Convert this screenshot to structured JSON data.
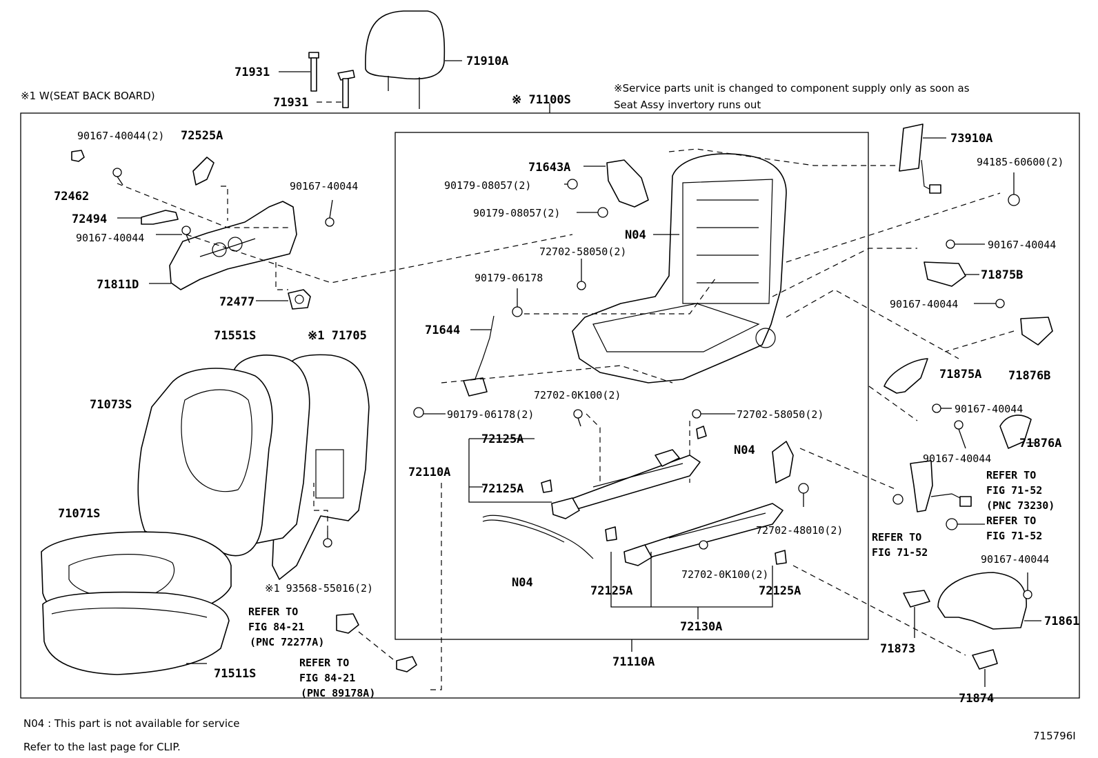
{
  "notes": {
    "w1": "※1  W(SEAT BACK BOARD)",
    "service_line1": "※Service parts unit is changed to component supply only as soon as",
    "service_line2": "Seat Assy invertory runs out",
    "n04": "N04 : This part is not available for service",
    "clip": "Refer to the last page for CLIP.",
    "figure_id": "715796I"
  },
  "parts": {
    "p71931a": "71931",
    "p71931b": "71931",
    "p71910A": "71910A",
    "p71100S": "※ 71100S",
    "p90167_40044_2_top": "90167-40044(2)",
    "p72525A": "72525A",
    "p72462": "72462",
    "p72494": "72494",
    "p90167_40044_left": "90167-40044",
    "p90167_40044_mid": "90167-40044",
    "p71811D": "71811D",
    "p72477": "72477",
    "p71551S": "71551S",
    "p71705": "※1 71705",
    "p71073S": "71073S",
    "p71071S": "71071S",
    "p93568": "※1 93568-55016(2)",
    "p71511S": "71511S",
    "p71643A": "71643A",
    "p90179_08057_2a": "90179-08057(2)",
    "p90179_08057_2b": "90179-08057(2)",
    "pN04_top": "N04",
    "p72702_58050_2a": "72702-58050(2)",
    "p90179_06178": "90179-06178",
    "p71644": "71644",
    "p90179_06178_2": "90179-06178(2)",
    "p72702_0K100_2a": "72702-0K100(2)",
    "p72702_58050_2b": "72702-58050(2)",
    "p72125A_a": "72125A",
    "p72110A": "72110A",
    "p72125A_b": "72125A",
    "pN04_mid": "N04",
    "p72702_48010_2": "72702-48010(2)",
    "pN04_bottom": "N04",
    "p72702_0K100_2b": "72702-0K100(2)",
    "p72125A_c": "72125A",
    "p72125A_d": "72125A",
    "p72130A": "72130A",
    "p71110A": "71110A",
    "p73910A": "73910A",
    "p94185": "94185-60600(2)",
    "p90167_40044_r1": "90167-40044",
    "p71875B": "71875B",
    "p90167_40044_r2": "90167-40044",
    "p71876B": "71876B",
    "p71875A": "71875A",
    "p90167_40044_r3": "90167-40044",
    "p71876A": "71876A",
    "p90167_40044_r4": "90167-40044",
    "p90167_40044_r5": "90167-40044",
    "p71861": "71861",
    "p71873": "71873",
    "p71874": "71874"
  },
  "refs": {
    "r1_l1": "REFER TO",
    "r1_l2": "FIG 84-21",
    "r1_l3": "(PNC 72277A)",
    "r2_l1": "REFER TO",
    "r2_l2": "FIG 84-21",
    "r2_l3": "(PNC 89178A)",
    "r3_l1": "REFER TO",
    "r3_l2": "FIG 71-52",
    "r3_l3": "(PNC 73230)",
    "r4_l1": "REFER TO",
    "r4_l2": "FIG 71-52",
    "r5_l1": "REFER TO",
    "r5_l2": "FIG 71-52"
  }
}
